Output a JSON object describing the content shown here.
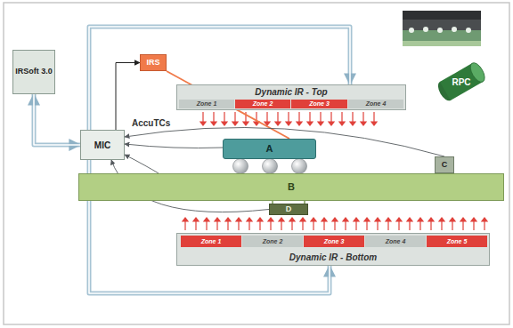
{
  "diagram": {
    "nodes": [
      {
        "text": [
          "IRSoft 3.0"
        ]
      },
      {
        "text": [
          "MIC"
        ]
      },
      {
        "text": [
          "IRS"
        ]
      },
      {
        "text": [
          "Dynamic IR - Top"
        ]
      },
      {
        "text": [
          "Zone 1"
        ],
        "in": 3
      },
      {
        "text": [
          "Zone 2"
        ],
        "in": 3
      },
      {
        "text": [
          "Zone 3"
        ],
        "in": 3
      },
      {
        "text": [
          "Zone 4"
        ],
        "in": 3
      },
      {
        "text": [
          "RPC"
        ]
      },
      {
        "text": [
          "A"
        ]
      },
      {
        "text": [
          "C"
        ]
      },
      {
        "text": [
          "B"
        ]
      },
      {
        "text": [
          "D"
        ]
      },
      {
        "text": [
          "Dynamic IR - Bottom"
        ]
      },
      {
        "text": [
          "Zone 1"
        ],
        "in": 13
      },
      {
        "text": [
          "Zone 2"
        ],
        "in": 13
      },
      {
        "text": [
          "Zone 3"
        ],
        "in": 13
      },
      {
        "text": [
          "Zone 4"
        ],
        "in": 13
      },
      {
        "text": [
          "Zone 5"
        ],
        "in": 13
      }
    ],
    "edges": [
      {
        "from": 0,
        "to": 1,
        "arrow": "both"
      },
      {
        "from": 1,
        "to": 2,
        "arrow": "to"
      },
      {
        "from": 2,
        "to": 9,
        "arrow": "none"
      },
      {
        "from": 1,
        "to": 3,
        "arrow": "to"
      },
      {
        "from": 1,
        "to": 13,
        "arrow": "to"
      },
      {
        "from": 9,
        "to": 1,
        "arrow": "to"
      },
      {
        "from": 11,
        "to": 1,
        "arrow": "to"
      },
      {
        "from": 10,
        "to": 1,
        "arrow": "to"
      },
      {
        "from": 12,
        "to": 1,
        "arrow": "to"
      }
    ],
    "labels": [
      "AccuTCs"
    ]
  }
}
